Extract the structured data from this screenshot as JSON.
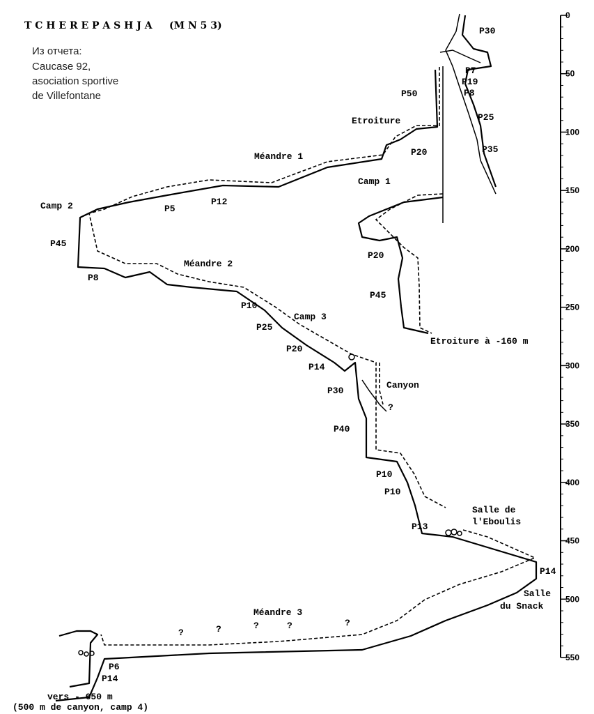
{
  "title": "T C H E R E P A S H J A     (M N 5 3)",
  "source_note": [
    "Из отчета:",
    "Caucase 92,",
    "asociation sportive",
    "de Villefontane"
  ],
  "scale": {
    "unit": "m",
    "min": 0,
    "max": 550,
    "ticks": [
      "0",
      "50",
      "100",
      "150",
      "200",
      "250",
      "300",
      "350",
      "400",
      "450",
      "500",
      "550"
    ]
  },
  "labels": {
    "p30_top": "P30",
    "p7": "P7",
    "p19": "P19",
    "p8_top": "P8",
    "p50": "P50",
    "p25_top": "P25",
    "p35": "P35",
    "etroiture": "Etroiture",
    "p20_a": "P20",
    "meandre1": "Méandre 1",
    "camp1": "Camp 1",
    "camp2": "Camp 2",
    "p5": "P5",
    "p12": "P12",
    "p45_left": "P45",
    "meandre2": "Méandre 2",
    "p8_left": "P8",
    "p20_b": "P20",
    "p45_right": "P45",
    "etroiture160": "Etroiture à -160 m",
    "p10_a": "P10",
    "camp3": "Camp 3",
    "p25": "P25",
    "p20_c": "P20",
    "p14": "P14",
    "p30": "P30",
    "canyon": "Canyon",
    "q_canyon": "?",
    "p40": "P40",
    "p10_b": "P10",
    "p10_c": "P10",
    "p13": "P13",
    "salle_eboulis": [
      "Salle de",
      "l'Eboulis"
    ],
    "p14_right": "P14",
    "salle_snack": [
      "Salle",
      "du Snack"
    ],
    "meandre3": "Méandre 3",
    "questions": [
      "?",
      "?",
      "?",
      "?",
      "?"
    ],
    "p6": "P6",
    "p14_bottom": "P14",
    "vers": "vers - 650 m",
    "vers_note": "(500 m de canyon, camp 4)"
  }
}
